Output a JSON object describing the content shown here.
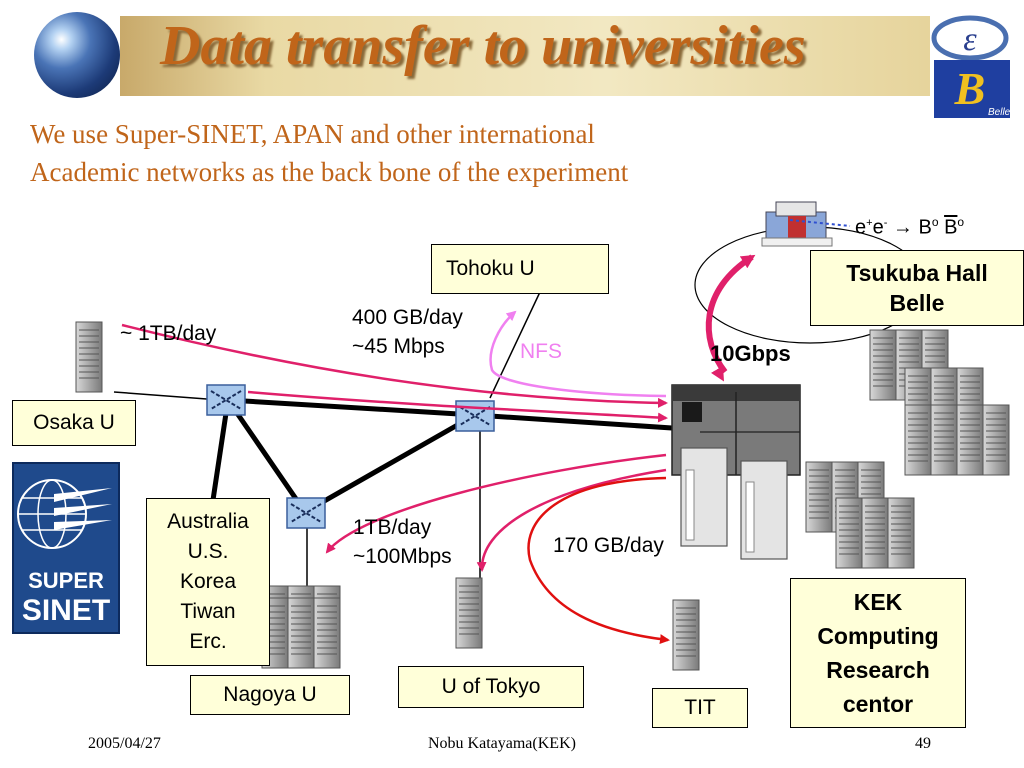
{
  "title": "Data transfer to universities",
  "subtitle_line1": "We use Super-SINET, APAN and other international",
  "subtitle_line2": "Academic networks as the back bone of the experiment",
  "logo_right_text": "Belle",
  "logo_left_text_1": "SUPER",
  "logo_left_text_2": "SINET",
  "physics": {
    "e": "e",
    "plus": "+",
    "minus": "-",
    "arrow": "→",
    "B": "B",
    "o": "o"
  },
  "nodes": {
    "tohoku": "Tohoku U",
    "osaka": "Osaka U",
    "international": [
      "Australia",
      "U.S.",
      "Korea",
      "Tiwan",
      "Erc."
    ],
    "nagoya": "Nagoya U",
    "tokyo": "U of Tokyo",
    "tit": "TIT",
    "tsukuba": [
      "Tsukuba Hall",
      "Belle"
    ],
    "kek": [
      "KEK",
      "Computing",
      "Research",
      "centor"
    ]
  },
  "labels": {
    "osaka_rate": "~ 1TB/day",
    "tohoku_rate_1": "400 GB/day",
    "tohoku_rate_2": "~45 Mbps",
    "nfs": "NFS",
    "link_speed": "10Gbps",
    "nagoya_rate_1": "1TB/day",
    "nagoya_rate_2": "~100Mbps",
    "tit_rate": "170 GB/day"
  },
  "colors": {
    "title": "#c0651a",
    "magenta_arrow": "#e0206a",
    "nfs_arrow": "#f080f0",
    "red_arrow": "#e01010",
    "box_fill": "#ffffd9"
  },
  "footer": {
    "date": "2005/04/27",
    "author": "Nobu Katayama(KEK)",
    "page": "49"
  }
}
